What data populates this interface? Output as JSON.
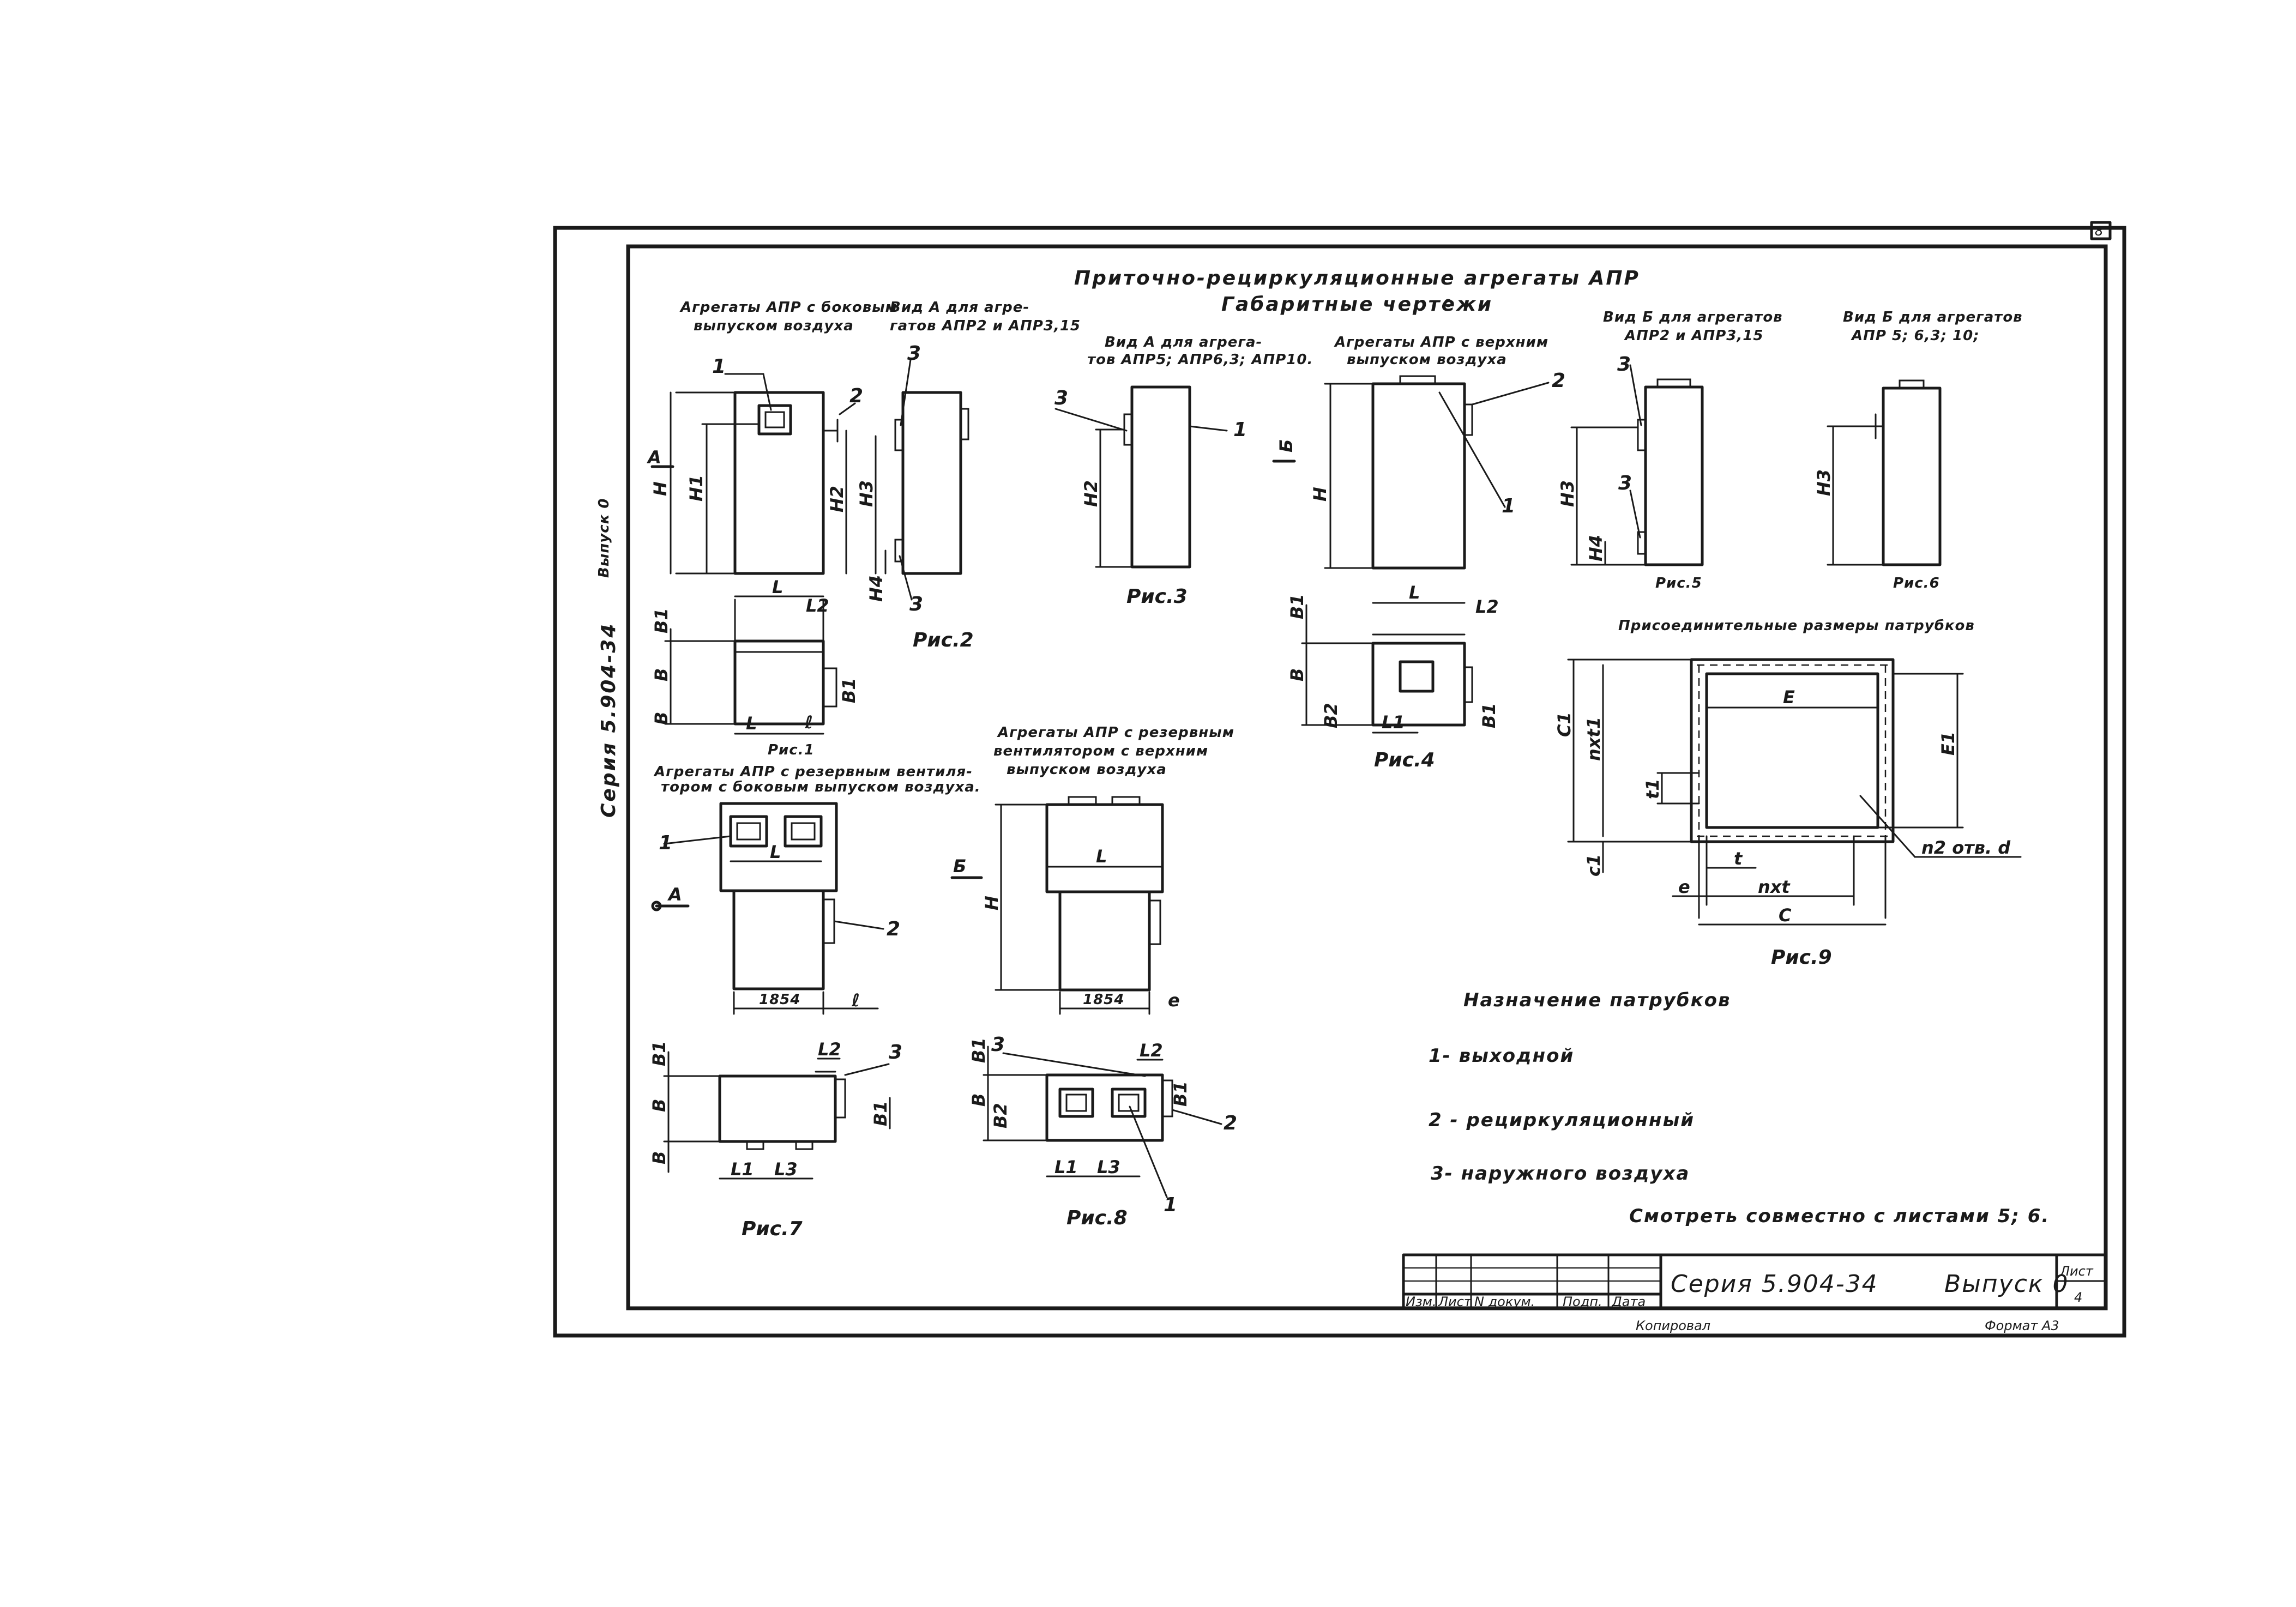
{
  "title": {
    "line1": "Приточно-рециркуляционные агрегаты АПР",
    "line2": "Габаритные чертежи"
  },
  "side_text": {
    "series": "Серия 5.904-34",
    "issue": "Выпуск 0"
  },
  "sheet_corner_number": "8",
  "captions": {
    "fig1_a": "Агрегаты АПР с боковым",
    "fig1_b": "выпуском воздуха",
    "fig2_a": "Вид А для агре-",
    "fig2_b": "гатов АПР2 и АПР3,15",
    "fig3_a": "Вид А для агрега-",
    "fig3_b": "тов АПР5; АПР6,3; АПР10.",
    "fig4_a": "Агрегаты АПР с верхним",
    "fig4_b": "выпуском воздуха",
    "fig5_a": "Вид Б для агрегатов",
    "fig5_b": "АПР2 и АПР3,15",
    "fig6_a": "Вид Б для агрегатов",
    "fig6_b": "АПР 5; 6,3; 10;",
    "fig7_a": "Агрегаты АПР с резервным вентиля-",
    "fig7_b": "тором с боковым выпуском воздуха.",
    "fig8_a": "Агрегаты АПР с резервным",
    "fig8_b": "вентилятором с верхним",
    "fig8_c": "выпуском воздуха",
    "fig9": "Присоединительные размеры патрубков"
  },
  "figure_labels": {
    "fig1": "Рис.1",
    "fig2": "Рис.2",
    "fig3": "Рис.3",
    "fig4": "Рис.4",
    "fig5": "Рис.5",
    "fig6": "Рис.6",
    "fig7": "Рис.7",
    "fig8": "Рис.8",
    "fig9": "Рис.9"
  },
  "dims": {
    "H": "H",
    "H1": "H1",
    "H2": "H2",
    "H3": "H3",
    "H4": "H4",
    "L": "L",
    "L1": "L1",
    "L2": "L2",
    "L3": "L3",
    "B": "B",
    "B1": "B1",
    "B2": "B2",
    "l": "ℓ",
    "e": "e",
    "E": "E",
    "E1": "E1",
    "C": "C",
    "C1": "C1",
    "c1": "c1",
    "t": "t",
    "t1": "t1",
    "nxt": "nxt",
    "nxt1": "nxt1",
    "holes": "n2 отв. d",
    "d1854a": "1854",
    "d1854b": "1854",
    "viewA": "А",
    "viewB": "Б"
  },
  "callouts": {
    "n1": "1",
    "n2": "2",
    "n3": "3"
  },
  "legend": {
    "title": "Назначение патрубков",
    "item1": "1- выходной",
    "item2": "2 - рециркуляционный",
    "item3": "3- наружного воздуха",
    "note": "Смотреть совместно с листами 5; 6."
  },
  "title_block": {
    "cols": [
      "Изм.",
      "Лист",
      "N докум.",
      "Подп.",
      "Дата"
    ],
    "series": "Серия 5.904-34",
    "issue": "Выпуск 0",
    "sheet_label": "Лист",
    "sheet_no": "4",
    "copied": "Копировал",
    "format": "Формат А3"
  }
}
